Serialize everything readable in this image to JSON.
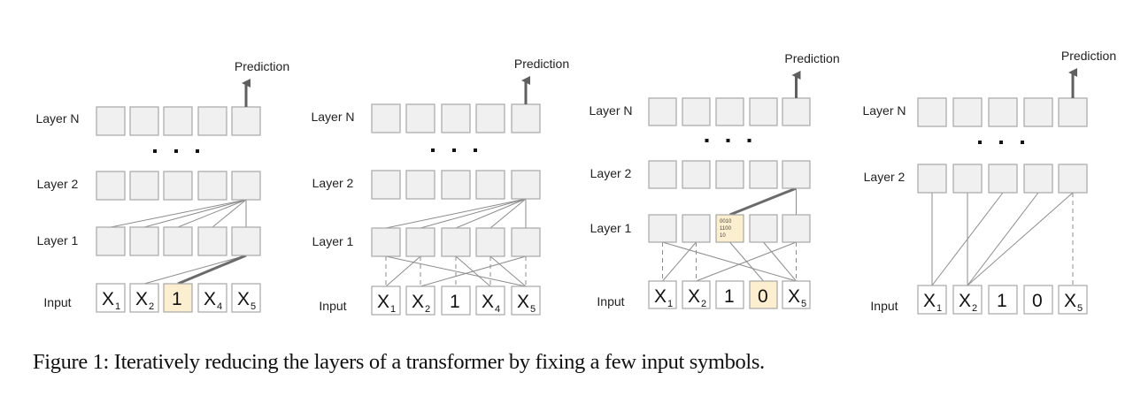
{
  "figure": {
    "caption": "Figure 1: Iteratively reducing the layers of a transformer by fixing a few input symbols.",
    "colors": {
      "cell_fill": "#f0f0f0",
      "cell_stroke": "#a6a6a6",
      "highlight_fill": "#fcefcf",
      "edge": "#8c8c8c",
      "strong_edge": "#6b6b6b",
      "arrow": "#5f5f5f",
      "text": "#222222"
    },
    "panels": [
      {
        "id": "panel-1",
        "prediction_label": "Prediction",
        "row_labels": [
          "Layer N",
          "Layer 2",
          "Layer 1",
          "Input"
        ],
        "ellipsis": "· · ·",
        "inputs": [
          {
            "base": "X",
            "sub": "1",
            "highlight": false
          },
          {
            "base": "X",
            "sub": "2",
            "highlight": false
          },
          {
            "base": "1",
            "sub": "",
            "highlight": true
          },
          {
            "base": "X",
            "sub": "4",
            "highlight": false
          },
          {
            "base": "X",
            "sub": "5",
            "highlight": false
          }
        ],
        "layer1_cells": [
          {
            "text": "",
            "highlight": false
          },
          {
            "text": "",
            "highlight": false
          },
          {
            "text": "",
            "highlight": false
          },
          {
            "text": "",
            "highlight": false
          },
          {
            "text": "",
            "highlight": false
          }
        ],
        "edges": [
          {
            "from": [
              "layer2",
              4
            ],
            "to": [
              "layer1",
              0
            ],
            "style": "solid"
          },
          {
            "from": [
              "layer2",
              4
            ],
            "to": [
              "layer1",
              1
            ],
            "style": "solid"
          },
          {
            "from": [
              "layer2",
              4
            ],
            "to": [
              "layer1",
              2
            ],
            "style": "solid"
          },
          {
            "from": [
              "layer2",
              4
            ],
            "to": [
              "layer1",
              3
            ],
            "style": "solid"
          },
          {
            "from": [
              "layer2",
              4
            ],
            "to": [
              "layer1",
              4
            ],
            "style": "solid"
          },
          {
            "from": [
              "layer1",
              4
            ],
            "to": [
              "input",
              1
            ],
            "style": "solid"
          },
          {
            "from": [
              "layer1",
              4
            ],
            "to": [
              "input",
              2
            ],
            "style": "strong"
          }
        ]
      },
      {
        "id": "panel-2",
        "prediction_label": "Prediction",
        "row_labels": [
          "Layer N",
          "Layer 2",
          "Layer 1",
          "Input"
        ],
        "ellipsis": "· · ·",
        "inputs": [
          {
            "base": "X",
            "sub": "1",
            "highlight": false
          },
          {
            "base": "X",
            "sub": "2",
            "highlight": false
          },
          {
            "base": "1",
            "sub": "",
            "highlight": false
          },
          {
            "base": "X",
            "sub": "4",
            "highlight": false
          },
          {
            "base": "X",
            "sub": "5",
            "highlight": false
          }
        ],
        "layer1_cells": [
          {
            "text": "",
            "highlight": false
          },
          {
            "text": "",
            "highlight": false
          },
          {
            "text": "",
            "highlight": false
          },
          {
            "text": "",
            "highlight": false
          },
          {
            "text": "",
            "highlight": false
          }
        ],
        "edges": [
          {
            "from": [
              "layer2",
              4
            ],
            "to": [
              "layer1",
              0
            ],
            "style": "solid"
          },
          {
            "from": [
              "layer2",
              4
            ],
            "to": [
              "layer1",
              1
            ],
            "style": "solid"
          },
          {
            "from": [
              "layer2",
              4
            ],
            "to": [
              "layer1",
              2
            ],
            "style": "solid"
          },
          {
            "from": [
              "layer2",
              4
            ],
            "to": [
              "layer1",
              3
            ],
            "style": "solid"
          },
          {
            "from": [
              "layer2",
              4
            ],
            "to": [
              "layer1",
              4
            ],
            "style": "solid"
          },
          {
            "from": [
              "layer1",
              0
            ],
            "to": [
              "input",
              0
            ],
            "style": "dashed"
          },
          {
            "from": [
              "layer1",
              1
            ],
            "to": [
              "input",
              1
            ],
            "style": "dashed"
          },
          {
            "from": [
              "layer1",
              2
            ],
            "to": [
              "input",
              2
            ],
            "style": "dashed"
          },
          {
            "from": [
              "layer1",
              3
            ],
            "to": [
              "input",
              3
            ],
            "style": "dashed"
          },
          {
            "from": [
              "layer1",
              4
            ],
            "to": [
              "input",
              4
            ],
            "style": "dashed"
          },
          {
            "from": [
              "layer1",
              0
            ],
            "to": [
              "input",
              4
            ],
            "style": "solid"
          },
          {
            "from": [
              "layer1",
              1
            ],
            "to": [
              "input",
              0
            ],
            "style": "solid"
          },
          {
            "from": [
              "layer1",
              2
            ],
            "to": [
              "input",
              3
            ],
            "style": "solid"
          },
          {
            "from": [
              "layer1",
              3
            ],
            "to": [
              "input",
              4
            ],
            "style": "solid"
          },
          {
            "from": [
              "layer1",
              4
            ],
            "to": [
              "input",
              1
            ],
            "style": "solid"
          }
        ]
      },
      {
        "id": "panel-3",
        "prediction_label": "Prediction",
        "row_labels": [
          "Layer N",
          "Layer 2",
          "Layer 1",
          "Input"
        ],
        "ellipsis": "· · ·",
        "inputs": [
          {
            "base": "X",
            "sub": "1",
            "highlight": false
          },
          {
            "base": "X",
            "sub": "2",
            "highlight": false
          },
          {
            "base": "1",
            "sub": "",
            "highlight": false
          },
          {
            "base": "0",
            "sub": "",
            "highlight": true
          },
          {
            "base": "X",
            "sub": "5",
            "highlight": false
          }
        ],
        "layer1_cells": [
          {
            "text": "",
            "highlight": false
          },
          {
            "text": "",
            "highlight": false
          },
          {
            "text": "0010\n1100\n10",
            "highlight": true
          },
          {
            "text": "",
            "highlight": false
          },
          {
            "text": "",
            "highlight": false
          }
        ],
        "edges": [
          {
            "from": [
              "layer2",
              4
            ],
            "to": [
              "layer1",
              2
            ],
            "style": "strong"
          },
          {
            "from": [
              "layer2",
              4
            ],
            "to": [
              "layer1",
              4
            ],
            "style": "solid"
          },
          {
            "from": [
              "layer1",
              0
            ],
            "to": [
              "input",
              0
            ],
            "style": "dashed"
          },
          {
            "from": [
              "layer1",
              1
            ],
            "to": [
              "input",
              1
            ],
            "style": "dashed"
          },
          {
            "from": [
              "layer1",
              4
            ],
            "to": [
              "input",
              4
            ],
            "style": "dashed"
          },
          {
            "from": [
              "layer1",
              0
            ],
            "to": [
              "input",
              4
            ],
            "style": "solid"
          },
          {
            "from": [
              "layer1",
              1
            ],
            "to": [
              "input",
              0
            ],
            "style": "solid"
          },
          {
            "from": [
              "layer1",
              2
            ],
            "to": [
              "input",
              3
            ],
            "style": "solid"
          },
          {
            "from": [
              "layer1",
              3
            ],
            "to": [
              "input",
              4
            ],
            "style": "solid"
          },
          {
            "from": [
              "layer1",
              4
            ],
            "to": [
              "input",
              1
            ],
            "style": "solid"
          }
        ]
      },
      {
        "id": "panel-4",
        "prediction_label": "Prediction",
        "row_labels": [
          "Layer N",
          "Layer 2",
          "Input"
        ],
        "ellipsis": "· · ·",
        "inputs": [
          {
            "base": "X",
            "sub": "1",
            "highlight": false
          },
          {
            "base": "X",
            "sub": "2",
            "highlight": false
          },
          {
            "base": "1",
            "sub": "",
            "highlight": false
          },
          {
            "base": "0",
            "sub": "",
            "highlight": false
          },
          {
            "base": "X",
            "sub": "5",
            "highlight": false
          }
        ],
        "edges": [
          {
            "from": [
              "layer2",
              0
            ],
            "to": [
              "input",
              0
            ],
            "style": "solid"
          },
          {
            "from": [
              "layer2",
              1
            ],
            "to": [
              "input",
              1
            ],
            "style": "solid"
          },
          {
            "from": [
              "layer2",
              2
            ],
            "to": [
              "input",
              0
            ],
            "style": "solid"
          },
          {
            "from": [
              "layer2",
              3
            ],
            "to": [
              "input",
              1
            ],
            "style": "solid"
          },
          {
            "from": [
              "layer2",
              4
            ],
            "to": [
              "input",
              1
            ],
            "style": "solid"
          },
          {
            "from": [
              "layer2",
              4
            ],
            "to": [
              "input",
              4
            ],
            "style": "dashed"
          }
        ]
      }
    ]
  }
}
